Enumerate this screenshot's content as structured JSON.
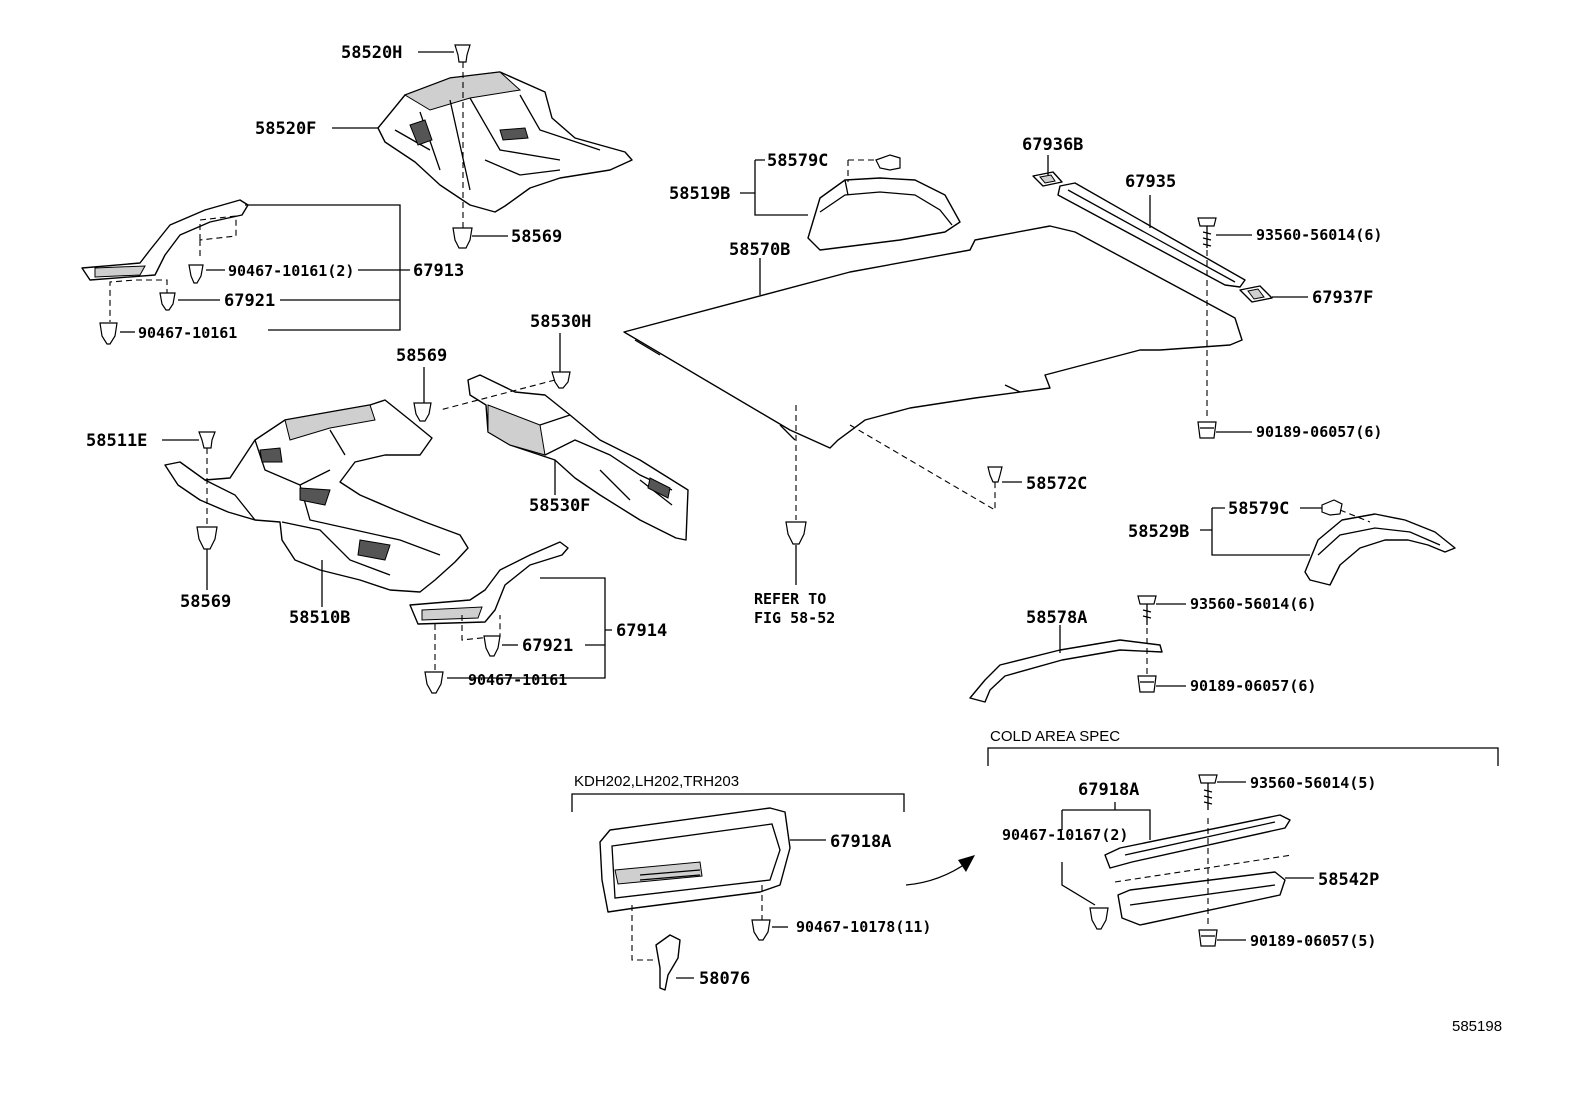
{
  "labels": {
    "p58520H": "58520H",
    "p58520F": "58520F",
    "p58569_top": "58569",
    "p90467_10161_2": "90467-10161(2)",
    "p67913": "67913",
    "p67921_top": "67921",
    "p90467_10161_top": "90467-10161",
    "p58530H": "58530H",
    "p58569_mid": "58569",
    "p58511E": "58511E",
    "p58530F": "58530F",
    "p58569_low": "58569",
    "p58510B": "58510B",
    "p67921_low": "67921",
    "p67914": "67914",
    "p90467_10161_low": "90467-10161",
    "p58579C_top": "58579C",
    "p58519B": "58519B",
    "p58570B": "58570B",
    "p67936B": "67936B",
    "p67935": "67935",
    "p93560_56014_6_top": "93560-56014(6)",
    "p67937F": "67937F",
    "p90189_06057_6_top": "90189-06057(6)",
    "p58572C": "58572C",
    "p58579C_right": "58579C",
    "p58529B": "58529B",
    "refer_line1": "REFER TO",
    "refer_line2": "FIG 58-52",
    "p93560_56014_6_mid": "93560-56014(6)",
    "p58578A": "58578A",
    "p90189_06057_6_mid": "90189-06057(6)",
    "cold_area_spec": "COLD AREA SPEC",
    "model_spec": "KDH202,LH202,TRH203",
    "p67918A_left": "67918A",
    "p90467_10178_11": "90467-10178(11)",
    "p58076": "58076",
    "p67918A_right": "67918A",
    "p93560_56014_5": "93560-56014(5)",
    "p90467_10167_2": "90467-10167(2)",
    "p58542P": "58542P",
    "p90189_06057_5": "90189-06057(5)",
    "figure_number": "585198"
  }
}
